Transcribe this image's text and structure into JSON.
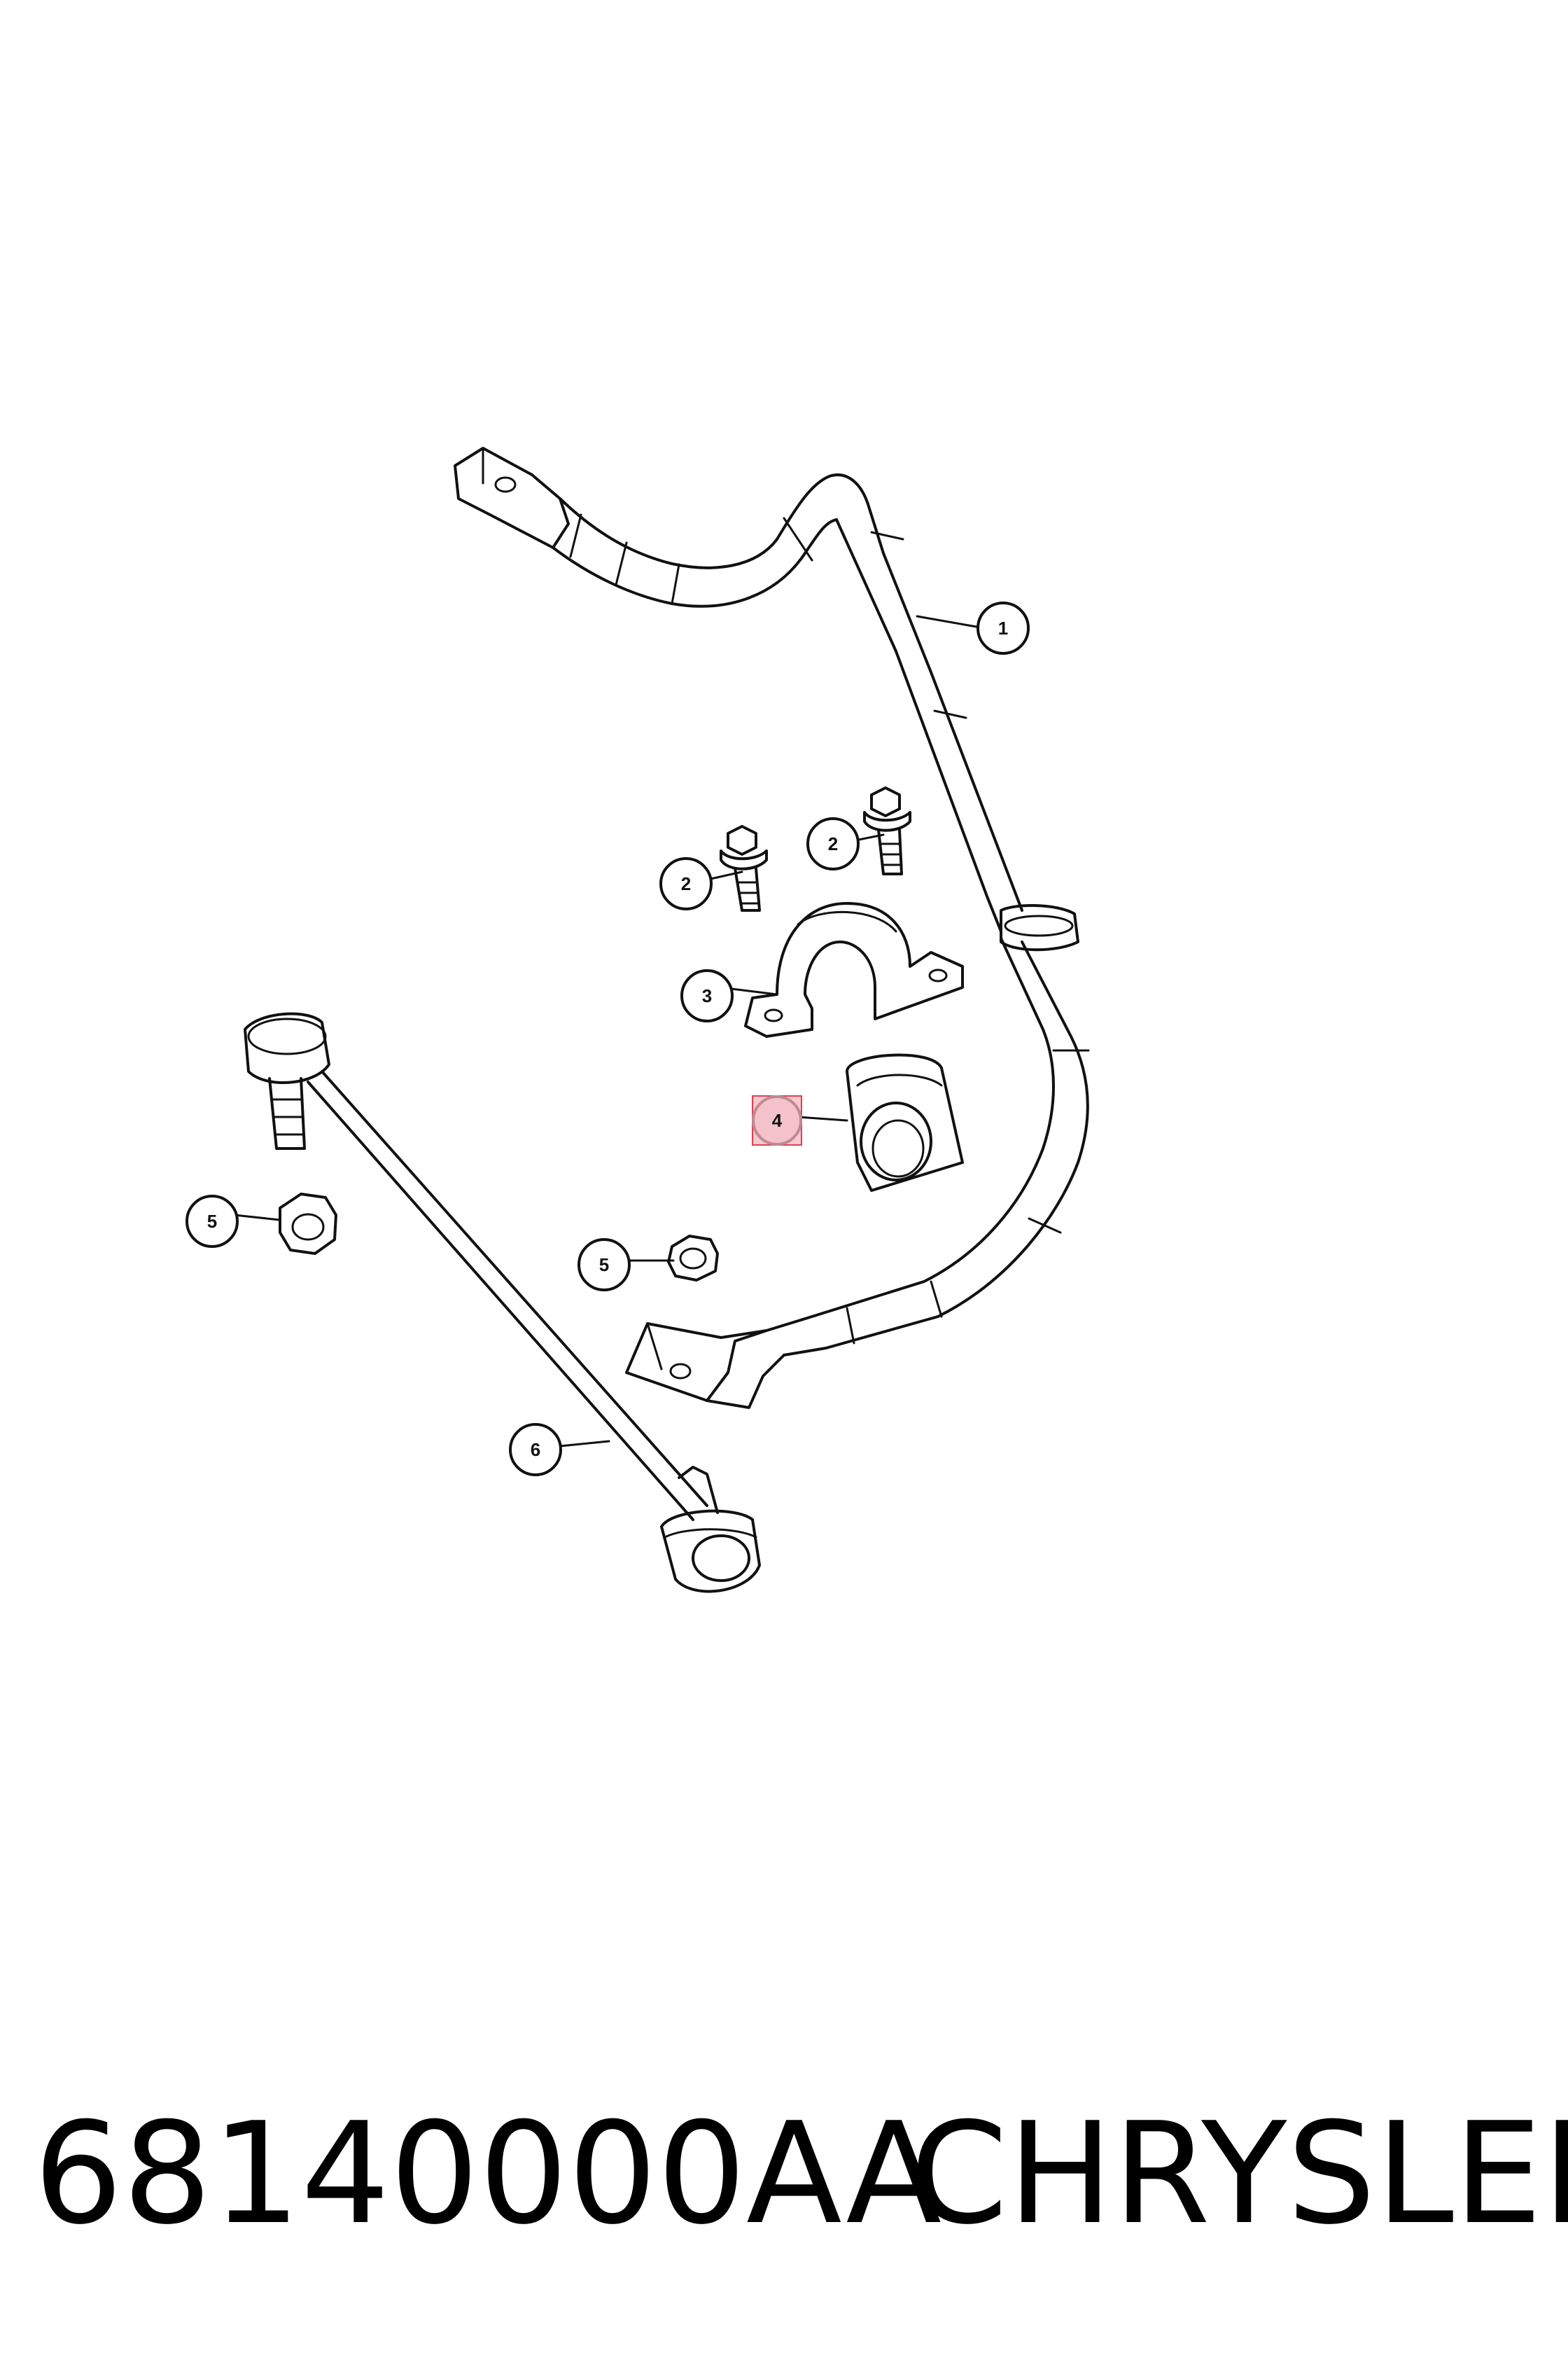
{
  "callouts": [
    {
      "id": "1",
      "label": "1"
    },
    {
      "id": "2a",
      "label": "2"
    },
    {
      "id": "2b",
      "label": "2"
    },
    {
      "id": "3",
      "label": "3"
    },
    {
      "id": "4",
      "label": "4"
    },
    {
      "id": "5a",
      "label": "5"
    },
    {
      "id": "5b",
      "label": "5"
    },
    {
      "id": "6",
      "label": "6"
    }
  ],
  "highlight": {
    "callout": "4",
    "fill": "#f6c8d0",
    "border": "#e04050"
  },
  "caption": {
    "part_number": "68140000AA",
    "brand": "CHRYSLER"
  }
}
